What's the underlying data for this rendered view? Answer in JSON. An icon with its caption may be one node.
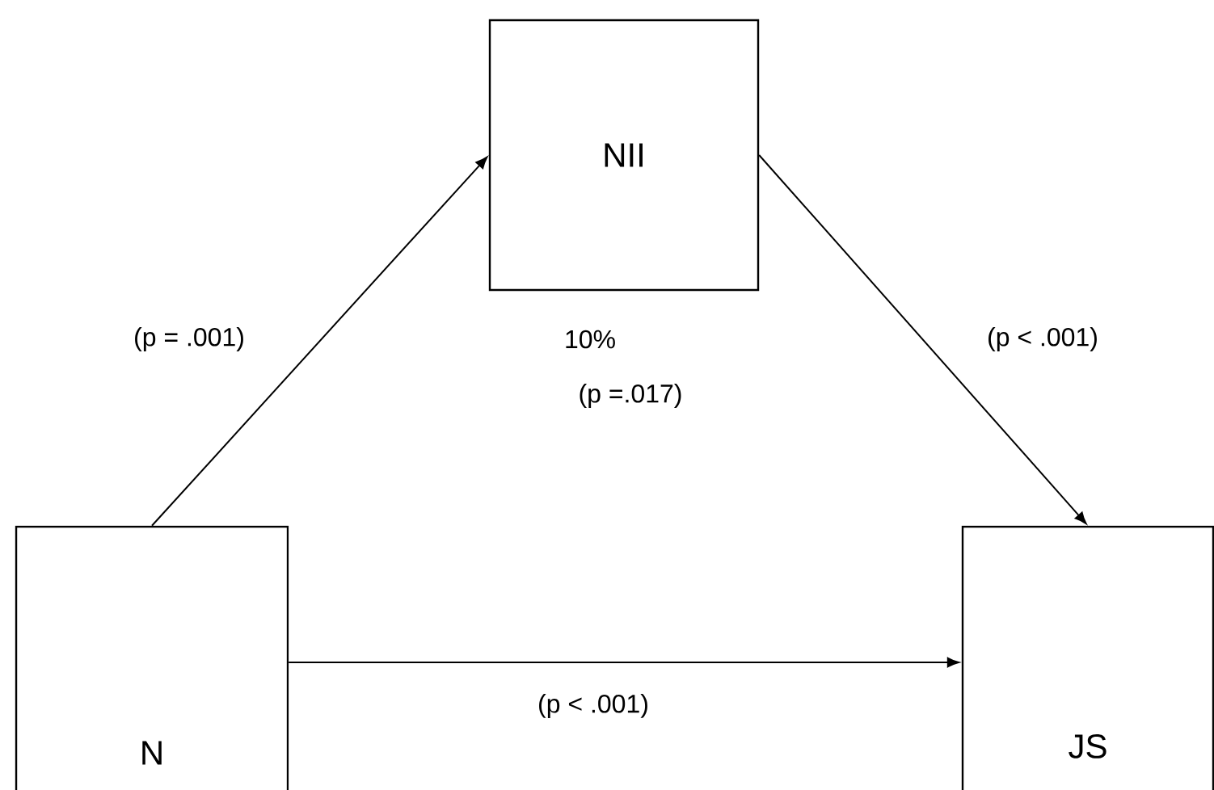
{
  "diagram": {
    "nodes": [
      {
        "text": [
          "NII"
        ]
      },
      {
        "text": [
          "N"
        ]
      },
      {
        "text": [
          "JS"
        ]
      }
    ],
    "edges": [
      {
        "from": 1,
        "to": 0,
        "arrow": "to",
        "label": "(p = .001)"
      },
      {
        "from": 0,
        "to": 2,
        "arrow": "to",
        "label": "(p < .001)"
      },
      {
        "from": 1,
        "to": 2,
        "arrow": "to",
        "label": "(p < .001)"
      }
    ],
    "labels": [
      "10%",
      "(p =.017)"
    ]
  }
}
